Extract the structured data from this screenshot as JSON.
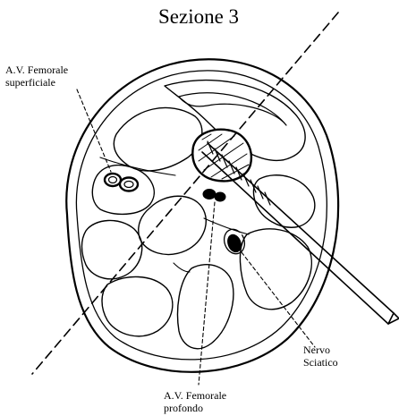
{
  "title": "Sezione 3",
  "labels": {
    "femorale_sup_line1": "A.V. Femorale",
    "femorale_sup_line2": "superficiale",
    "nervo_line1": "Nervo",
    "nervo_line2": "Sciatico",
    "femorale_prof_line1": "A.V. Femorale",
    "femorale_prof_line2": "profondo"
  },
  "colors": {
    "ink": "#000000",
    "background": "#ffffff"
  }
}
